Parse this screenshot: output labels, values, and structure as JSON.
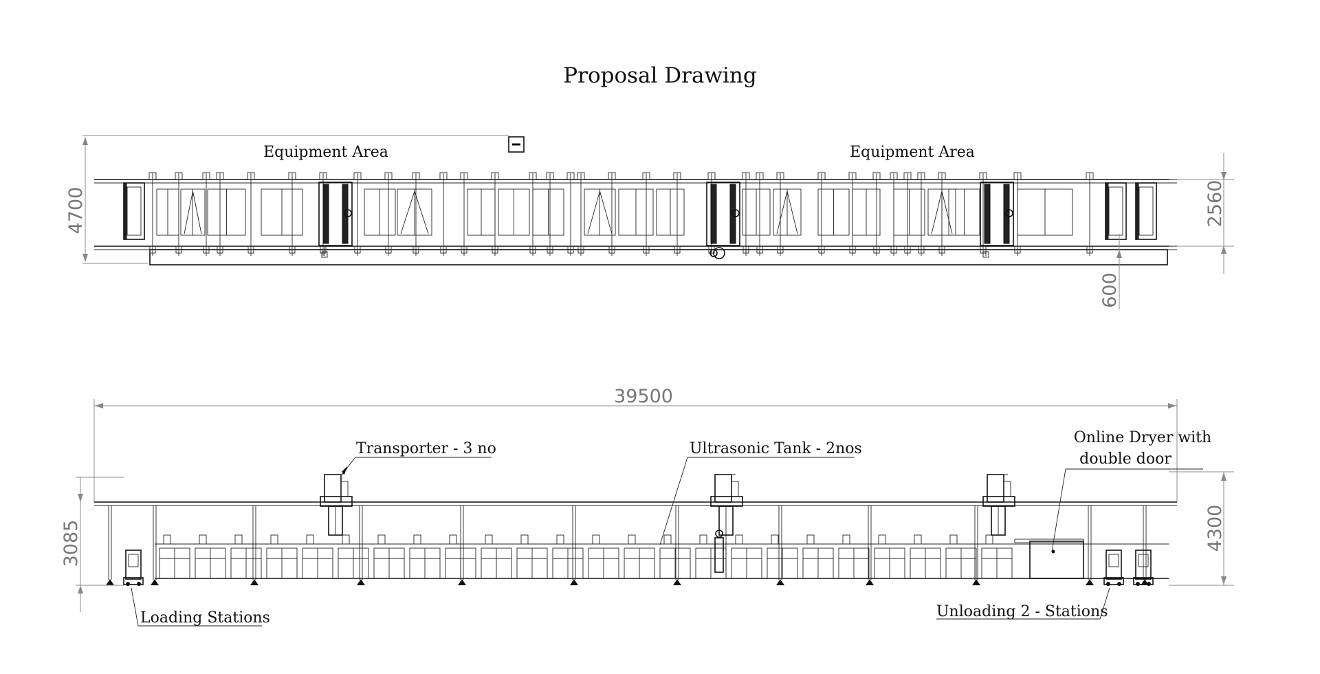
{
  "title": "Proposal Drawing",
  "top_view": {
    "area_left": "Equipment Area",
    "area_right": "Equipment Area",
    "dim_height": "4700",
    "dim_right": "2560",
    "dim_bottom": "600",
    "minus_icon": "minus-box-icon"
  },
  "front_view": {
    "dim_length": "39500",
    "dim_left_height": "3085",
    "dim_right_height": "4300",
    "callouts": {
      "transporter": "Transporter - 3 no",
      "ultrasonic": "Ultrasonic Tank - 2nos",
      "dryer_line1": "Online Dryer with",
      "dryer_line2": "double door",
      "loading": "Loading Stations",
      "unloading": "Unloading 2 - Stations"
    }
  }
}
